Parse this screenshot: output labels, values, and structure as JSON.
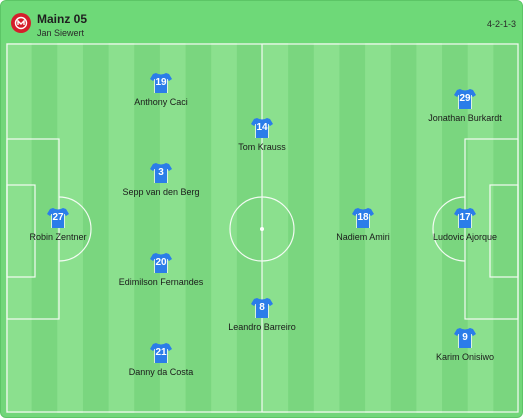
{
  "team": {
    "name": "Mainz 05",
    "coach": "Jan Siewert",
    "formation": "4-2-1-3"
  },
  "colors": {
    "pitch_light": "#8be08e",
    "pitch_dark": "#7ad67f",
    "line": "#ffffff",
    "shirt": "#2b7de9",
    "crest": "#d51e2b"
  },
  "players": [
    {
      "number": "19",
      "name": "Anthony Caci"
    },
    {
      "number": "14",
      "name": "Tom Krauss"
    },
    {
      "number": "29",
      "name": "Jonathan Burkardt"
    },
    {
      "number": "3",
      "name": "Sepp van den Berg"
    },
    {
      "number": "27",
      "name": "Robin Zentner"
    },
    {
      "number": "18",
      "name": "Nadiem Amiri"
    },
    {
      "number": "17",
      "name": "Ludovic Ajorque"
    },
    {
      "number": "20",
      "name": "Edimilson Fernandes"
    },
    {
      "number": "8",
      "name": "Leandro Barreiro"
    },
    {
      "number": "21",
      "name": "Danny da Costa"
    },
    {
      "number": "9",
      "name": "Karim Onisiwo"
    }
  ]
}
